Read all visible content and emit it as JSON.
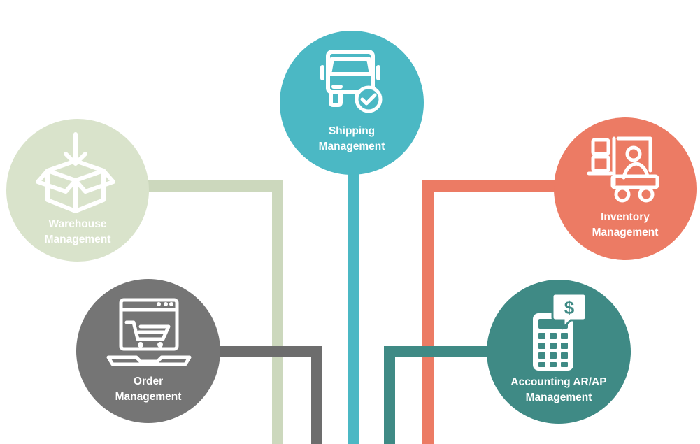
{
  "nodes": {
    "shipping": {
      "line1": "Shipping",
      "line2": "Management",
      "color": "#4bb8c4",
      "icon": "truck-check-icon"
    },
    "warehouse": {
      "line1": "Warehouse",
      "line2": "Management",
      "color": "#d9e3cb",
      "icon": "box-arrow-icon"
    },
    "inventory": {
      "line1": "Inventory",
      "line2": "Management",
      "color": "#ec7b64",
      "icon": "forklift-icon"
    },
    "order": {
      "line1": "Order",
      "line2": "Management",
      "color": "#757575",
      "icon": "laptop-cart-icon"
    },
    "accounting": {
      "line1": "Accounting AR/AP",
      "line2": "Management",
      "color": "#3f8a85",
      "icon": "calculator-dollar-icon"
    }
  },
  "connector_colors": {
    "warehouse": "#ccd8bd",
    "order": "#6d6d6d",
    "shipping": "#4bb8c4",
    "inventory": "#ec7b64",
    "accounting": "#3f8a85"
  }
}
